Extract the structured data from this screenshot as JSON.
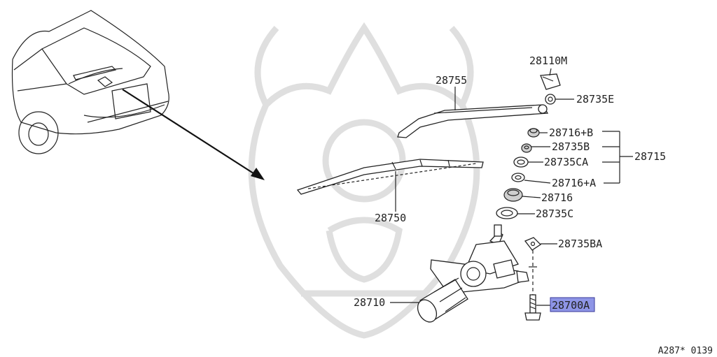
{
  "diagram": {
    "parts": {
      "p28110M": "28110M",
      "p28735E": "28735E",
      "p28755": "28755",
      "p28716B": "28716+B",
      "p28735B": "28735B",
      "p28735CA": "28735CA",
      "p28716A": "28716+A",
      "p28715": "28715",
      "p28716": "28716",
      "p28735C": "28735C",
      "p28750": "28750",
      "p28735BA": "28735BA",
      "p28710": "28710",
      "p28700A": "28700A"
    },
    "highlighted_part": "28700A",
    "figure_code": "A287* 0139",
    "colors": {
      "highlight_fill": "#8e95e6",
      "line": "#222222",
      "watermark": "#dcdcdc"
    }
  }
}
